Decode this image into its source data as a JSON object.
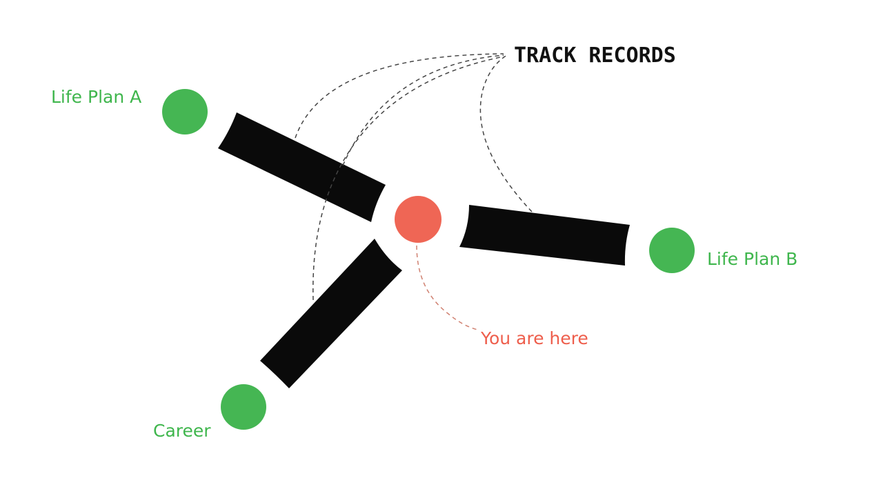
{
  "diagram": {
    "heading": "TRACK RECORDS",
    "nodes": {
      "life_plan_a": {
        "label": "Life Plan A"
      },
      "life_plan_b": {
        "label": "Life Plan B"
      },
      "career": {
        "label": "Career"
      },
      "current_position": {
        "label": "You are here"
      }
    }
  },
  "colors": {
    "node_green": "#45b653",
    "label_green": "#3fb64d",
    "node_red": "#ef6655",
    "label_red": "#ee5e4c",
    "branch_black": "#0a0a0a",
    "track_line": "#444444",
    "pointer_line": "#d08070",
    "heading_text": "#111111"
  }
}
